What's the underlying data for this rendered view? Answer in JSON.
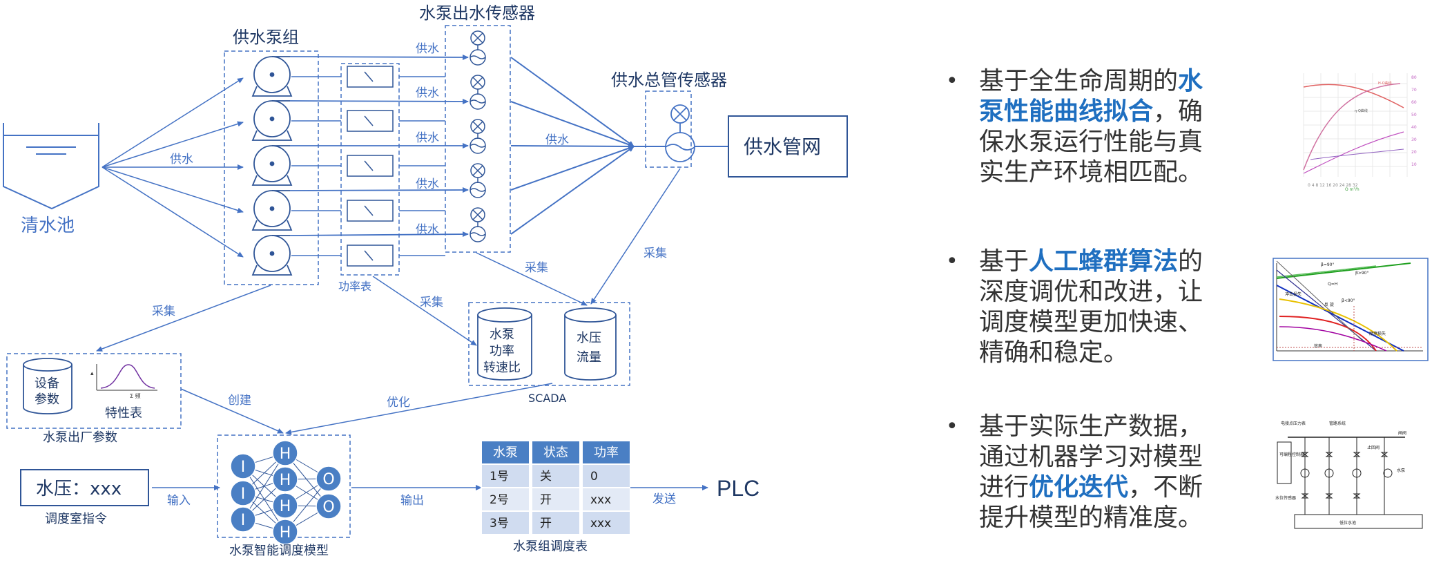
{
  "colors": {
    "line": "#4472c4",
    "node": "#4a7fc4",
    "table_head": "#4a7fc4",
    "table_row": "#d9e2f3",
    "highlight": "#1f6fc0"
  },
  "diagram": {
    "pump_group": "供水泵组",
    "outlet_sensor": "水泵出水传感器",
    "main_sensor": "供水总管传感器",
    "network": "供水管网",
    "pool": "清水池",
    "supply": "供水",
    "power_meter": "功率表",
    "collect": "采集",
    "scada_db1": [
      "水泵",
      "功率",
      "转速比"
    ],
    "scada_db2": [
      "水压",
      "流量"
    ],
    "scada": "SCADA",
    "device_params": [
      "设备",
      "参数"
    ],
    "curve_axis": "Σ 频",
    "char_table": "特性表",
    "factory_params": "水泵出厂参数",
    "create": "创建",
    "optimize": "优化",
    "input_box": "水压：xxx",
    "dispatch_cmd": "调度室指令",
    "input": "输入",
    "output": "输出",
    "send": "发送",
    "plc": "PLC",
    "model_label": "水泵智能调度模型",
    "nn_input": "I",
    "nn_hidden": "H",
    "nn_output": "O",
    "table_title": "水泵组调度表",
    "table_headers": [
      "水泵",
      "状态",
      "功率"
    ],
    "table_rows": [
      [
        "1号",
        "关",
        "0"
      ],
      [
        "2号",
        "开",
        "xxx"
      ],
      [
        "3号",
        "开",
        "xxx"
      ]
    ]
  },
  "bullets": [
    {
      "lines": [
        [
          {
            "t": "基于全生命周期的"
          },
          {
            "t": "水",
            "hl": true
          }
        ],
        [
          {
            "t": "泵性能曲线拟合",
            "hl": true
          },
          {
            "t": "，确"
          }
        ],
        [
          {
            "t": "保水泵运行性能与真"
          }
        ],
        [
          {
            "t": "实生产环境相匹配。"
          }
        ]
      ]
    },
    {
      "lines": [
        [
          {
            "t": "基于"
          },
          {
            "t": "人工蜂群算法",
            "hl": true
          },
          {
            "t": "的"
          }
        ],
        [
          {
            "t": "深度调优和改进，让"
          }
        ],
        [
          {
            "t": "调度模型更加快速、"
          }
        ],
        [
          {
            "t": "精确和稳定。"
          }
        ]
      ]
    },
    {
      "lines": [
        [
          {
            "t": "基于实际生产数据，"
          }
        ],
        [
          {
            "t": "通过机器学习对模型"
          }
        ],
        [
          {
            "t": "进行"
          },
          {
            "t": "优化迭代",
            "hl": true
          },
          {
            "t": "，不断"
          }
        ],
        [
          {
            "t": "提升模型的精准度。"
          }
        ]
      ]
    }
  ],
  "thumb1": {
    "right_labels": [
      "80",
      "70",
      "60",
      "50",
      "40",
      "30",
      "20",
      "10"
    ]
  },
  "thumb2": {
    "labels": [
      "β=90°",
      "β>90°",
      "冲击损失",
      "反 旋",
      "Q=H",
      "β<90°",
      "摩擦损失",
      "效率"
    ]
  },
  "thumb3": {
    "labels": [
      "电接点压力表",
      "管路系统",
      "闸阀",
      "止回阀",
      "水泵",
      "可编程控制器",
      "水位传感器",
      "低位水池"
    ]
  }
}
